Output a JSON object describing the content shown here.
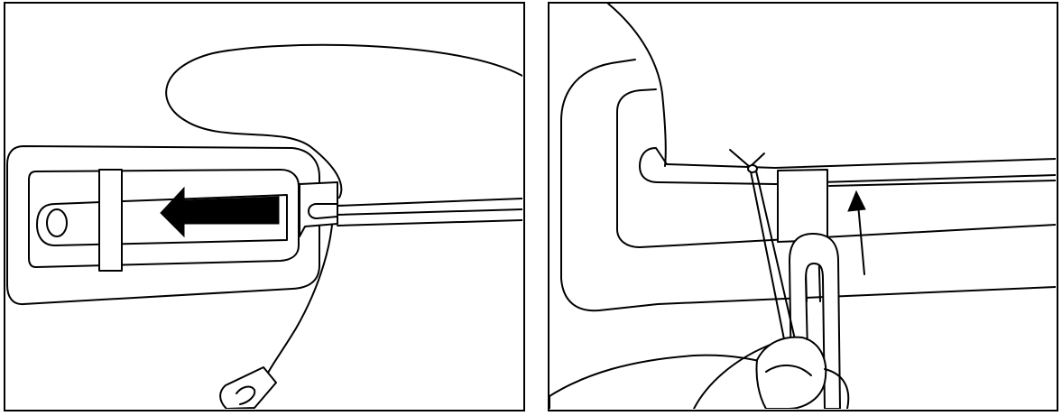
{
  "figure": {
    "panels": [
      {
        "id": "left",
        "arrow_direction": "left"
      },
      {
        "id": "right",
        "arrow_direction": "up"
      }
    ],
    "colors": {
      "line": "#000000",
      "background": "#ffffff",
      "arrow_fill": "#000000"
    }
  }
}
